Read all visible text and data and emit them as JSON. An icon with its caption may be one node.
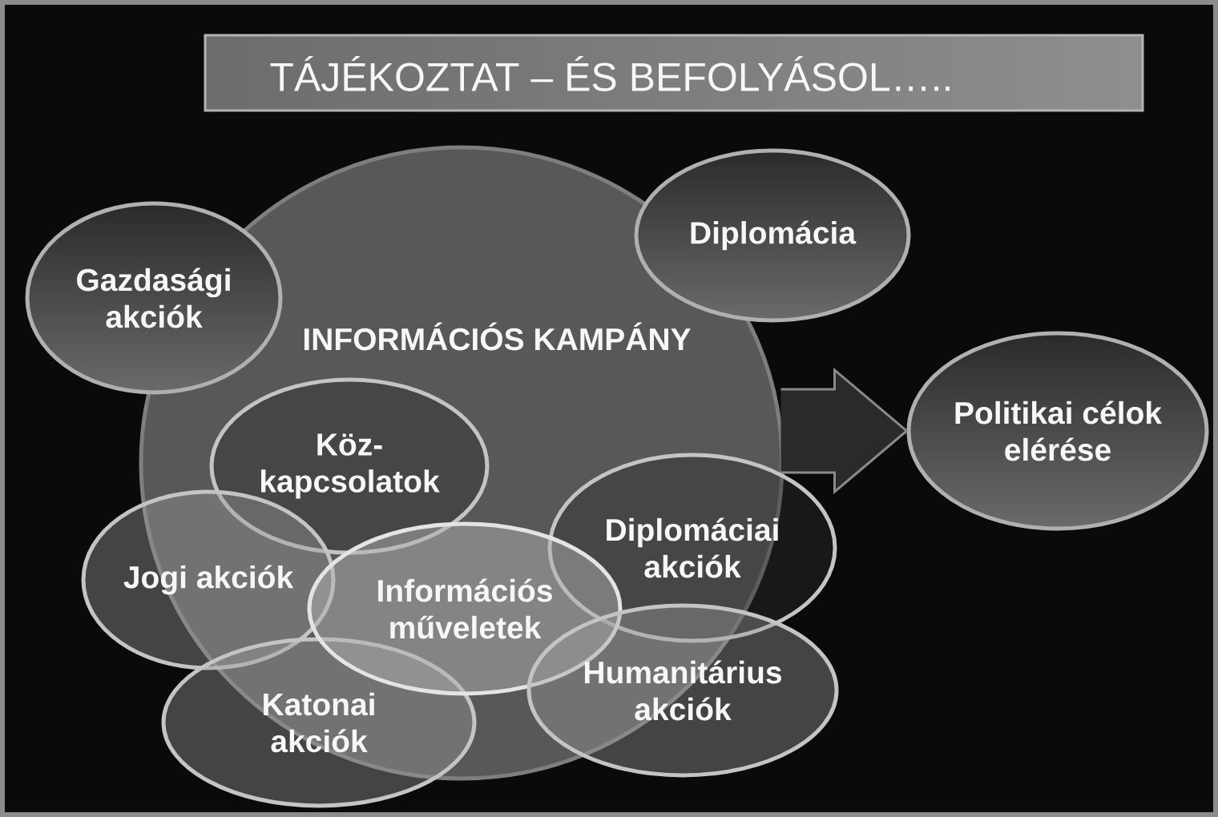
{
  "diagram": {
    "title": "TÁJÉKOZTAT – ÉS BEFOLYÁSOL…..",
    "nodes": [
      {
        "text": [
          "Gazdasági akciók"
        ]
      },
      {
        "text": [
          "Diplomácia"
        ]
      },
      {
        "text": [
          "INFORMÁCIÓS KAMPÁNY"
        ]
      },
      {
        "text": [
          "Politikai célok elérése"
        ]
      },
      {
        "text": [
          "Köz- kapcsolatok"
        ],
        "in": 2
      },
      {
        "text": [
          "Jogi akciók"
        ]
      },
      {
        "text": [
          "Információs műveletek"
        ],
        "in": 2
      },
      {
        "text": [
          "Diplomáciai akciók"
        ]
      },
      {
        "text": [
          "Katonai akciók"
        ]
      },
      {
        "text": [
          "Humanitárius akciók"
        ]
      }
    ],
    "edges": [
      {
        "from": 2,
        "to": 3,
        "arrow": "to"
      }
    ]
  }
}
